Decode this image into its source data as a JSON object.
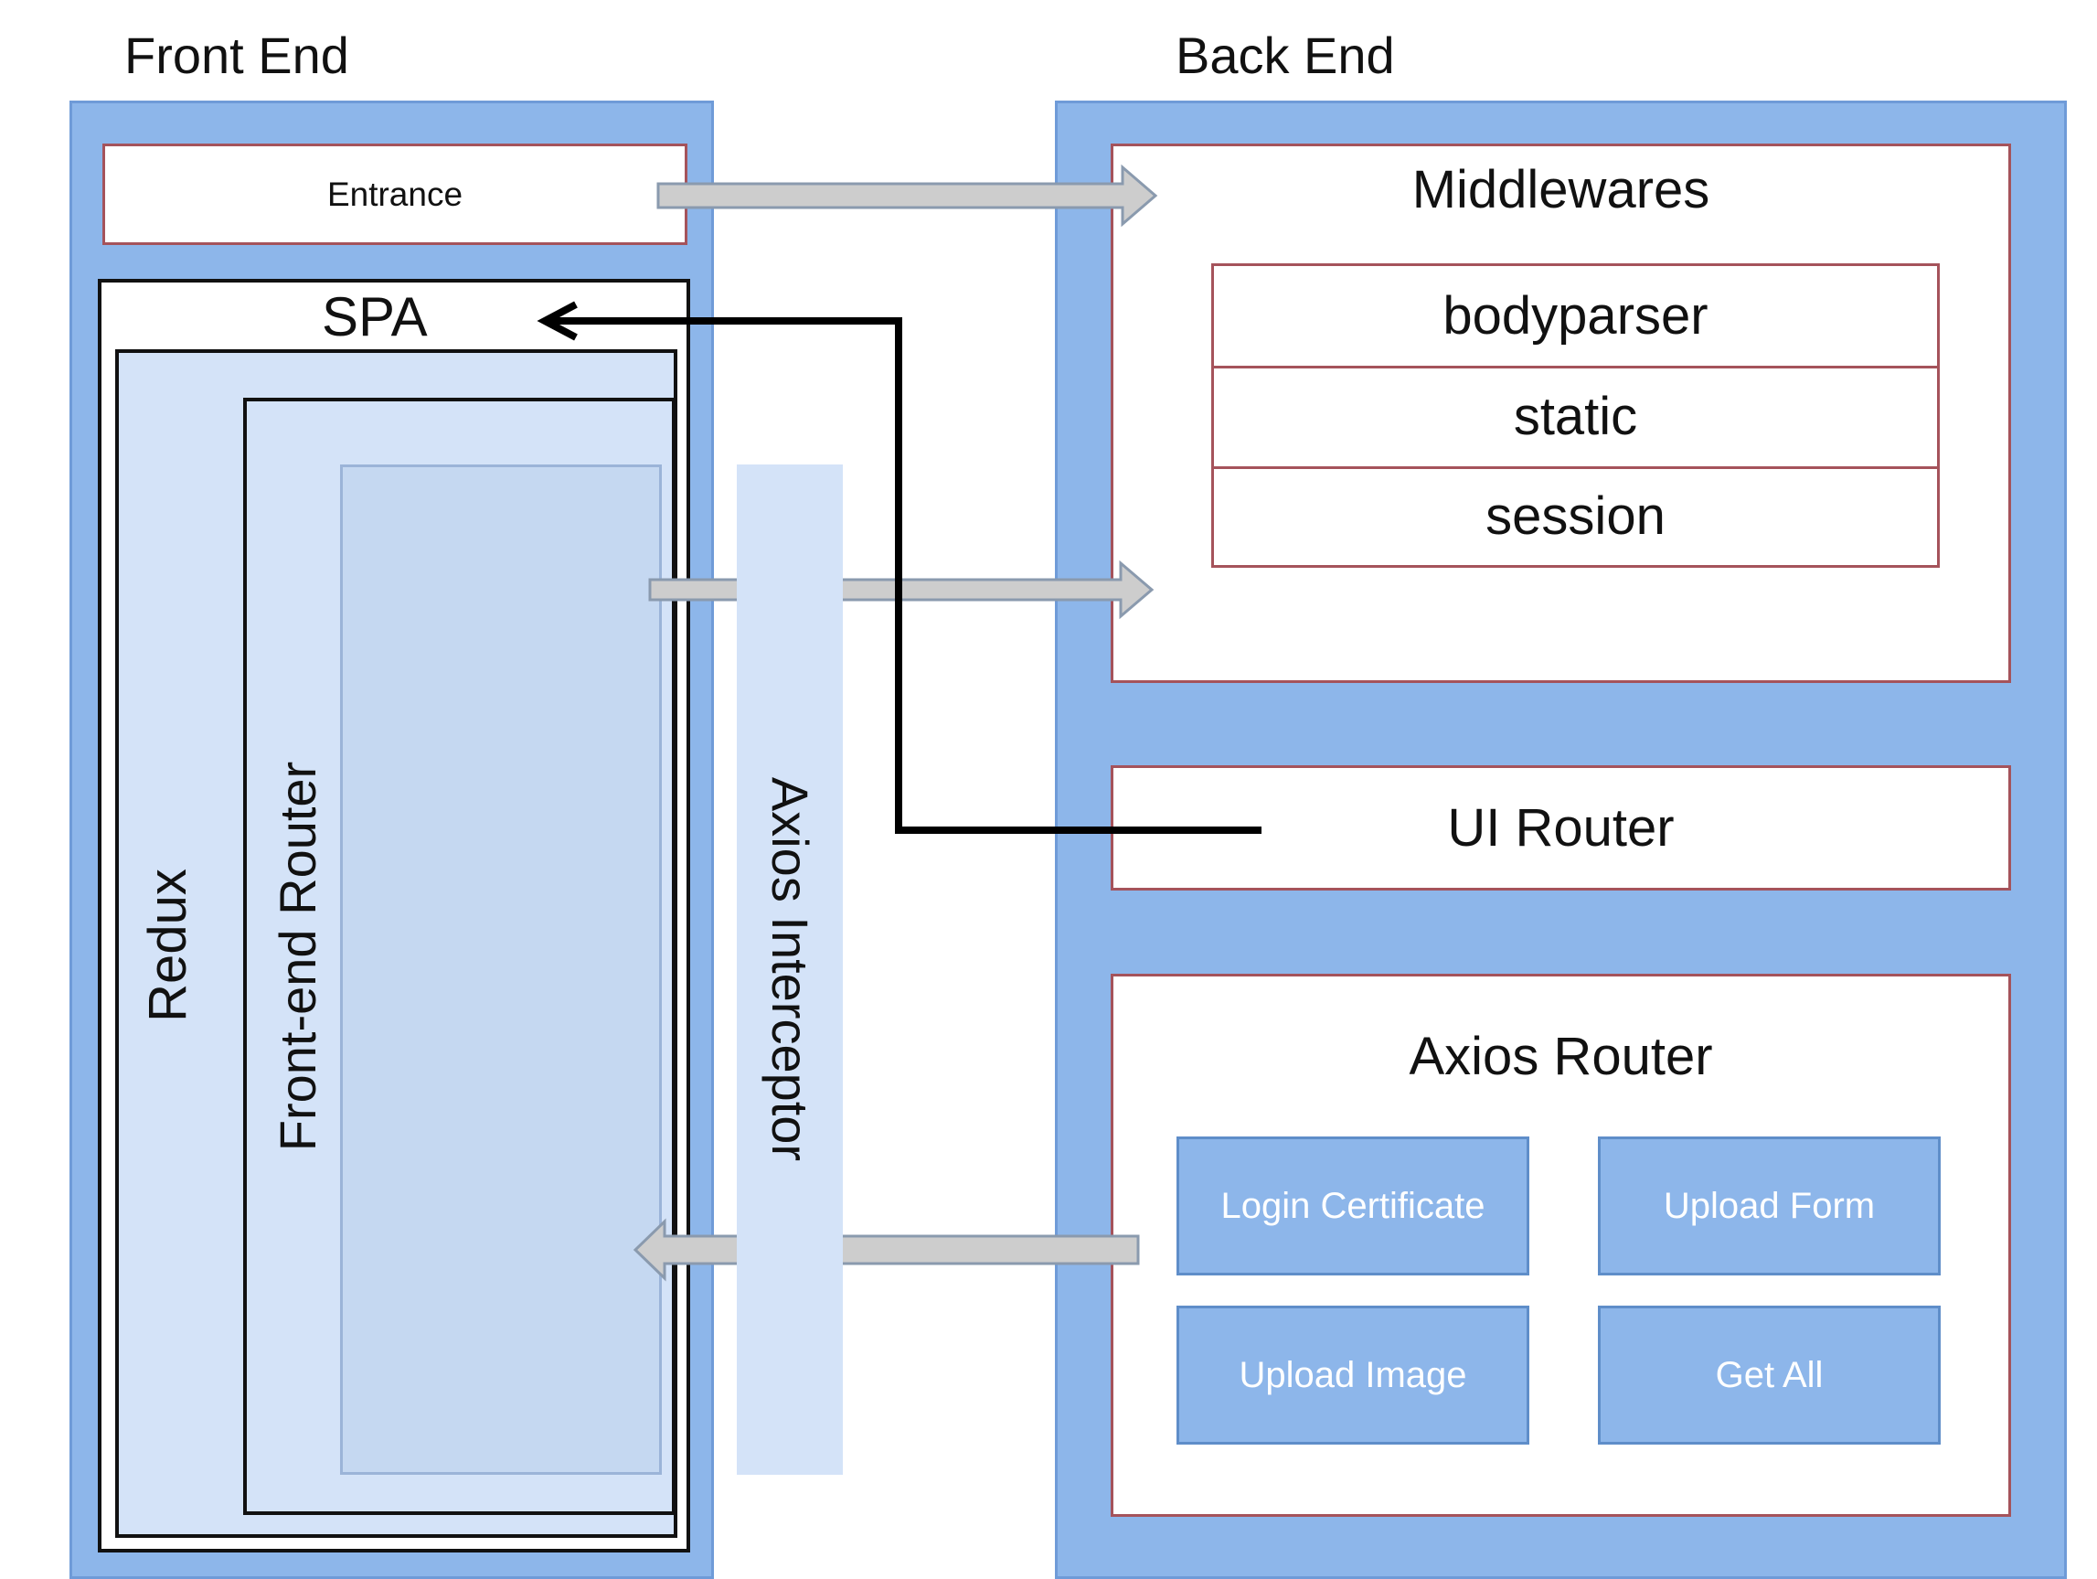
{
  "front_end": {
    "title": "Front End",
    "entrance_label": "Entrance",
    "spa_label": "SPA",
    "redux_label": "Redux",
    "router_label": "Front-end Router",
    "interceptor_label": "Axios Interceptor"
  },
  "back_end": {
    "title": "Back End",
    "middlewares": {
      "title": "Middlewares",
      "items": [
        "bodyparser",
        "static",
        "session"
      ]
    },
    "ui_router_label": "UI Router",
    "axios_router": {
      "title": "Axios Router",
      "routes": [
        "Login Certificate",
        "Upload Form",
        "Upload Image",
        "Get All"
      ]
    }
  },
  "colors": {
    "panel_blue": "#8db6ea",
    "light_blue": "#d4e3f8",
    "inner_blue": "#c5d8f1",
    "box_border": "#a5535b",
    "arrow_gray": "#cdcdcd"
  }
}
